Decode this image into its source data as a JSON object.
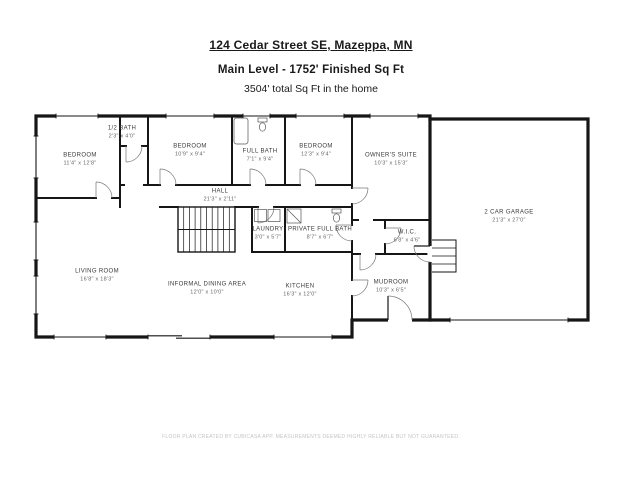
{
  "header": {
    "address": "124 Cedar Street SE, Mazeppa, MN",
    "level": "Main Level - 1752' Finished Sq Ft",
    "total": "3504' total Sq Ft in the home"
  },
  "floor_plan": {
    "wall_color": "#161616",
    "rooms": [
      {
        "id": "bedroom-1",
        "name": "BEDROOM",
        "dims": "11'4\" x 12'8\""
      },
      {
        "id": "half-bath",
        "name": "1/2 BATH",
        "dims": "2'3\" x 4'0\""
      },
      {
        "id": "bedroom-2",
        "name": "BEDROOM",
        "dims": "10'9\" x 9'4\""
      },
      {
        "id": "full-bath",
        "name": "FULL BATH",
        "dims": "7'1\" x 9'4\""
      },
      {
        "id": "bedroom-3",
        "name": "BEDROOM",
        "dims": "12'3\" x 9'4\""
      },
      {
        "id": "owners-suite",
        "name": "OWNER'S SUITE",
        "dims": "10'3\" x 15'3\""
      },
      {
        "id": "hall",
        "name": "HALL",
        "dims": "21'3\" x 2'11\""
      },
      {
        "id": "laundry",
        "name": "LAUNDRY",
        "dims": "3'0\" x 5'7\""
      },
      {
        "id": "private-full-bath",
        "name": "PRIVATE FULL BATH",
        "dims": "8'7\" x 6'7\""
      },
      {
        "id": "wic",
        "name": "W.I.C.",
        "dims": "6'8\" x 4'6\""
      },
      {
        "id": "living-room",
        "name": "LIVING ROOM",
        "dims": "16'8\" x 18'3\""
      },
      {
        "id": "informal-dining",
        "name": "INFORMAL DINING AREA",
        "dims": "12'0\" x 10'0\""
      },
      {
        "id": "kitchen",
        "name": "KITCHEN",
        "dims": "16'3\" x 12'0\""
      },
      {
        "id": "mudroom",
        "name": "MUDROOM",
        "dims": "10'3\" x 6'5\""
      },
      {
        "id": "garage",
        "name": "2 CAR GARAGE",
        "dims": "21'3\" x 27'0\""
      }
    ]
  },
  "footer": {
    "disclaimer": "FLOOR PLAN CREATED BY CUBICASA APP. MEASUREMENTS DEEMED HIGHLY RELIABLE BUT NOT GUARANTEED."
  }
}
